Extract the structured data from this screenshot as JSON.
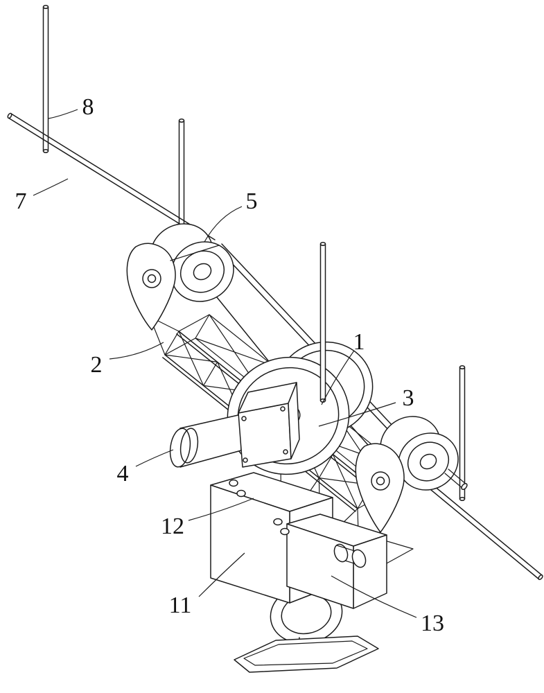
{
  "colors": {
    "background": "#ffffff",
    "line": "#1c1c1c"
  },
  "labels": [
    {
      "text": "1"
    },
    {
      "text": "2"
    },
    {
      "text": "3"
    },
    {
      "text": "4"
    },
    {
      "text": "5"
    },
    {
      "text": "7"
    },
    {
      "text": "8"
    },
    {
      "text": "11"
    },
    {
      "text": "12"
    },
    {
      "text": "13"
    }
  ]
}
